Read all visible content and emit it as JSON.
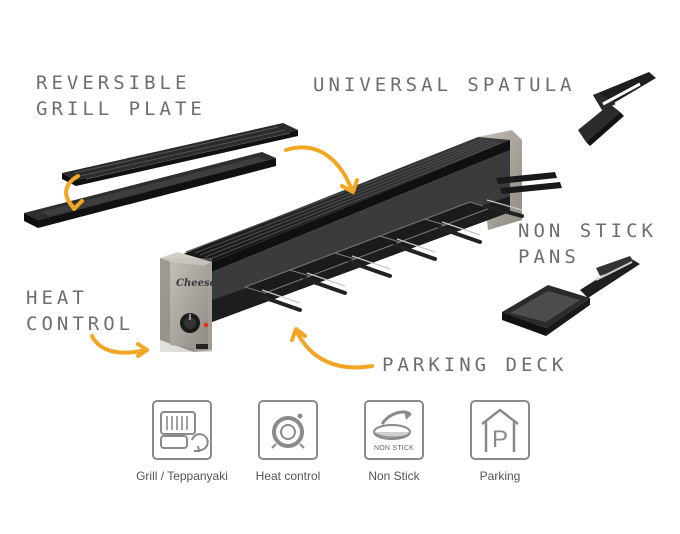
{
  "labels": {
    "reversible_line1": "Reversible",
    "reversible_line2": "Grill Plate",
    "spatula": "Universal Spatula",
    "pans_line1": "Non Stick",
    "pans_line2": "Pans",
    "heat_line1": "Heat",
    "heat_line2": "Control",
    "parking": "Parking Deck"
  },
  "brand": "CheeseGrill",
  "features": [
    {
      "caption": "Grill / Teppanyaki",
      "icon": "grill-plate-icon"
    },
    {
      "caption": "Heat control",
      "icon": "heat-knob-icon"
    },
    {
      "caption": "Non Stick",
      "icon": "non-stick-icon",
      "badge": "NON STICK"
    },
    {
      "caption": "Parking",
      "icon": "parking-icon",
      "badge": "P"
    }
  ],
  "colors": {
    "arrow": "#f2a623",
    "label_text": "#6d6d6d",
    "body_metal": "#a7a39a",
    "plate_black": "#1f1f1f",
    "icon_border": "#8a8a8a"
  }
}
